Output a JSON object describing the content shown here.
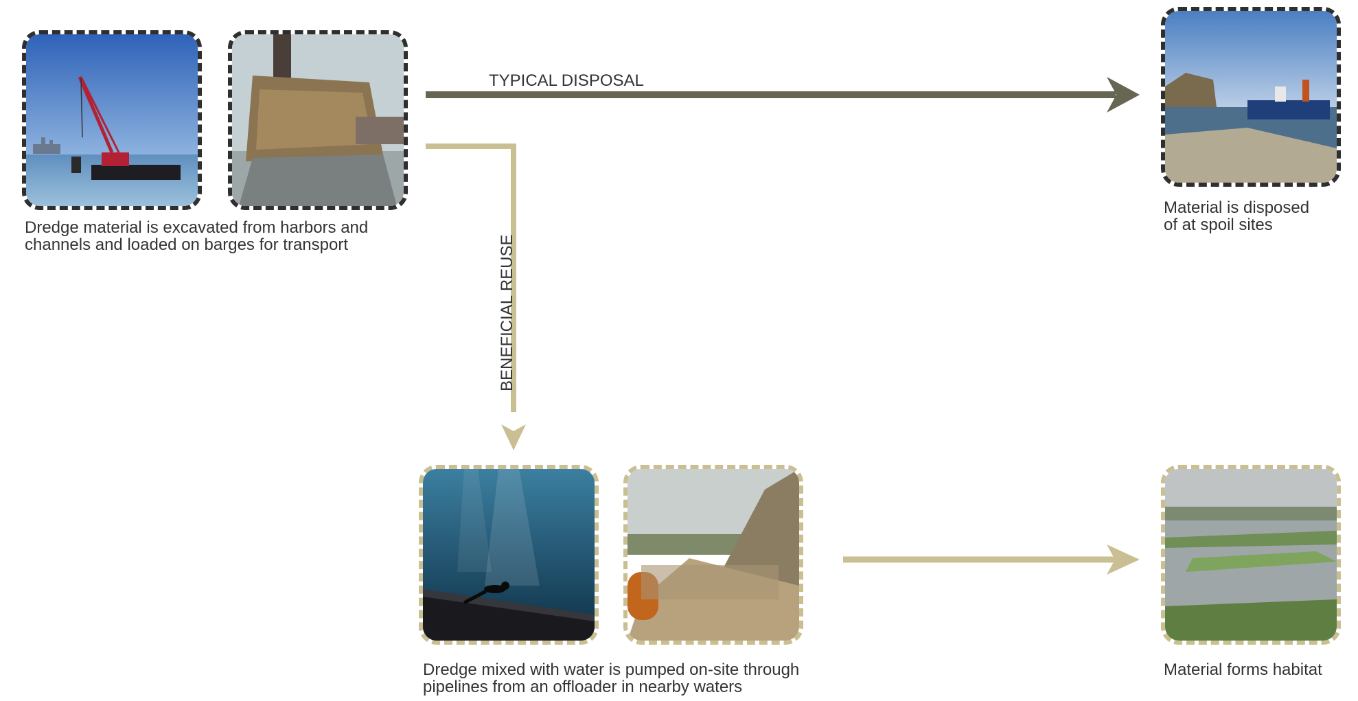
{
  "colors": {
    "typical_disposal": "#666652",
    "beneficial_reuse": "#c9bf92",
    "frame_dark": "#2f2f2f",
    "frame_tan": "#c9bf92"
  },
  "labels": {
    "typical_disposal": "TYPICAL DISPOSAL",
    "beneficial_reuse": "BENEFICIAL REUSE"
  },
  "captions": {
    "excavation": "Dredge material is excavated from harbors and\nchannels and loaded on barges for transport",
    "disposal": "Material is disposed\nof at spoil sites",
    "pumping": "Dredge mixed with water is pumped on-site through\npipelines from an offloader in nearby waters",
    "habitat": "Material forms habitat"
  }
}
